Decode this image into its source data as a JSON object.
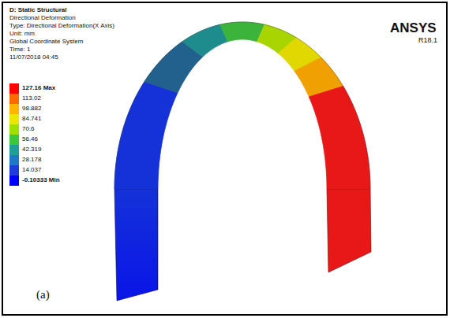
{
  "diagram": {
    "title": "D: Static Structural",
    "labels": [
      "Directional Deformation",
      "Type: Directional Deformation(X Axis)",
      "Unit: mm",
      "Global Coordinate System",
      "Time: 1",
      "11/07/2018 04:45",
      "ANSYS",
      "R18.1",
      "(a)"
    ],
    "legend": [
      {
        "text": "127.16 Max",
        "color": "#ff0000"
      },
      {
        "text": "113.02",
        "color": "#ff6a00"
      },
      {
        "text": "98.882",
        "color": "#ffb400"
      },
      {
        "text": "84.741",
        "color": "#e8e800"
      },
      {
        "text": "70.6",
        "color": "#a0e000"
      },
      {
        "text": "56.46",
        "color": "#3cc83c"
      },
      {
        "text": "42.319",
        "color": "#1fa096"
      },
      {
        "text": "28.178",
        "color": "#1e78c8"
      },
      {
        "text": "14.037",
        "color": "#1e3cdc"
      },
      {
        "text": "-0.10333 Min",
        "color": "#0000ff"
      }
    ]
  }
}
